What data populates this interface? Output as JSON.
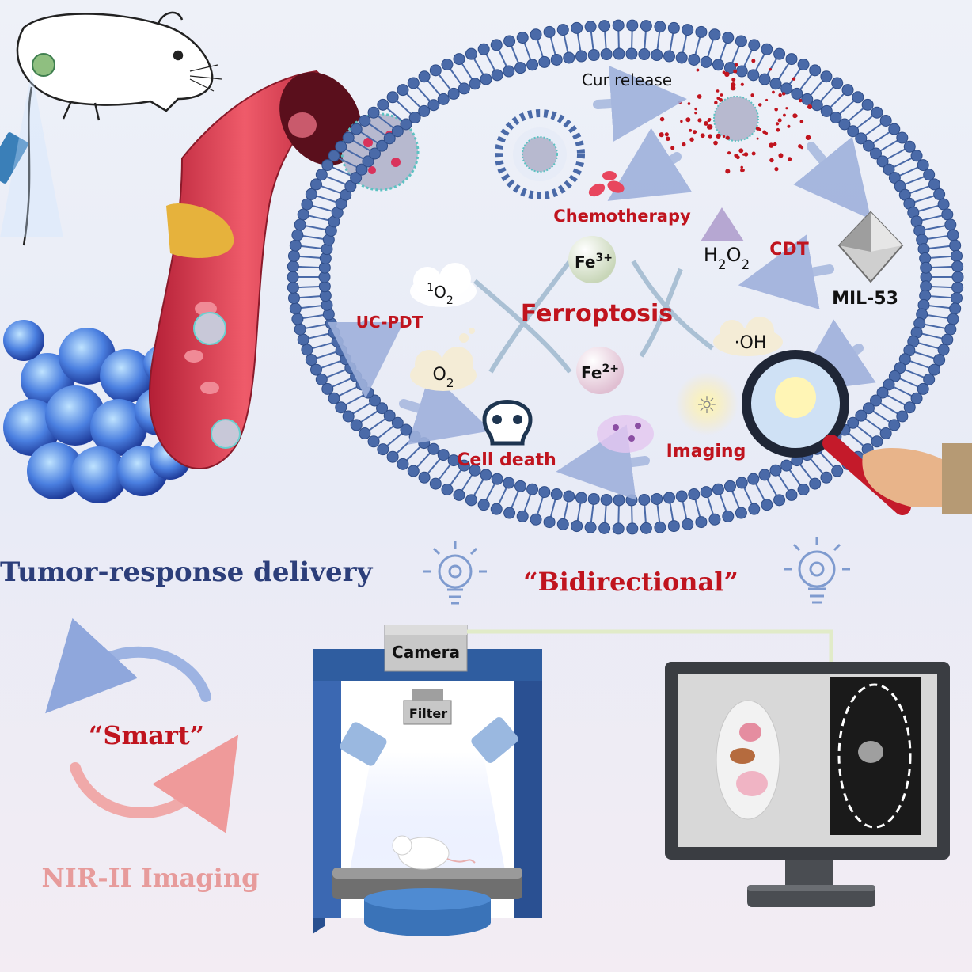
{
  "labels": {
    "cur_release": "Cur release",
    "chemotherapy": "Chemotherapy",
    "cdt": "CDT",
    "h2o2": "H2O2",
    "mil53": "MIL-53",
    "fe3": "Fe3+",
    "fe2": "Fe2+",
    "singlet_o2": "1O2",
    "o2": "O2",
    "oh": "·OH",
    "uc_pdt": "UC-PDT",
    "ferroptosis": "Ferroptosis",
    "cell_death": "Cell death",
    "imaging": "Imaging",
    "tumor_delivery": "Tumor-response delivery",
    "bidirectional": "“Bidirectional”",
    "smart": "“Smart”",
    "nir_imaging": "NIR-II Imaging",
    "camera": "Camera",
    "filter": "Filter"
  },
  "colors": {
    "membrane": "#4a6aa8",
    "accent_red": "#c0141e",
    "vessel": "#d8344a",
    "tumor_dark_blue": "#2c3e7a",
    "imaging_box": "#3b68b2",
    "nir_pink": "#e79b9b"
  }
}
